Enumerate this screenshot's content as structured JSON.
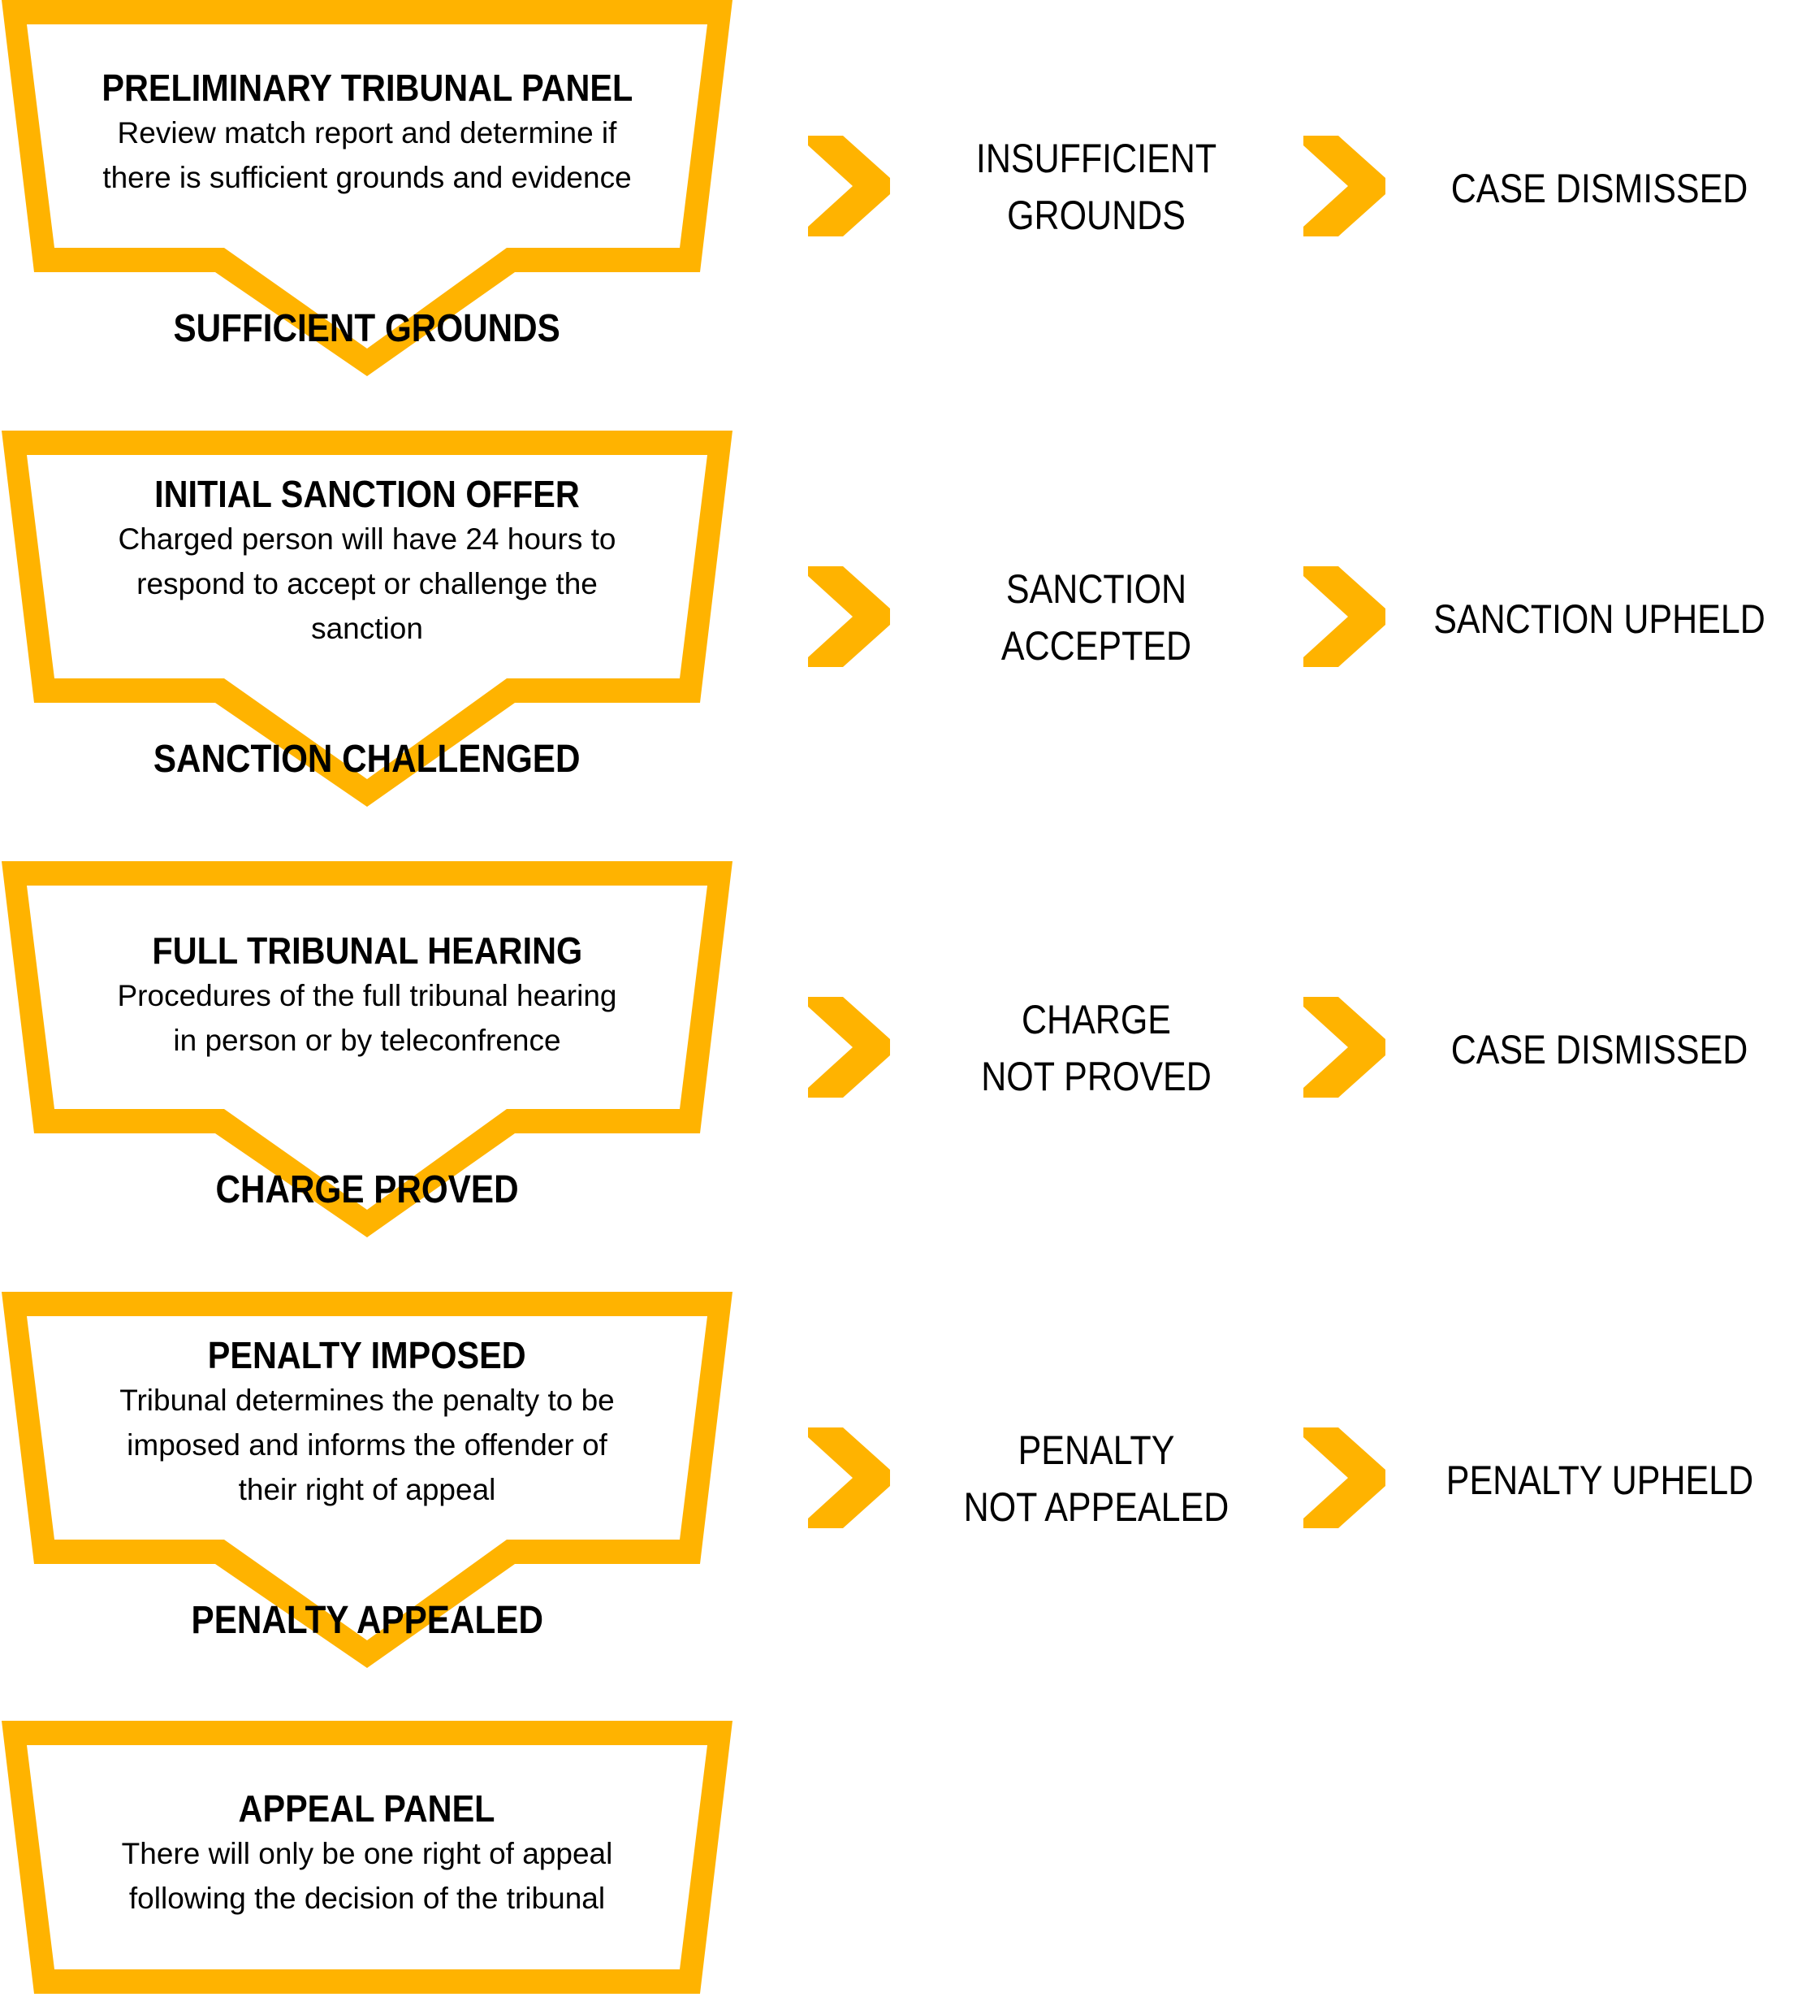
{
  "colors": {
    "accent": "#FFB300",
    "text": "#000000",
    "background": "#FFFFFF"
  },
  "stages": [
    {
      "title": "PRELIMINARY TRIBUNAL PANEL",
      "body": [
        "Review match report and determine if",
        "there is sufficient grounds and evidence"
      ],
      "next_label": "SUFFICIENT GROUNDS",
      "alt_outcome": [
        "INSUFFICIENT",
        "GROUNDS"
      ],
      "final_result": "CASE DISMISSED"
    },
    {
      "title": "INITIAL SANCTION OFFER",
      "body": [
        "Charged person will have 24 hours to",
        "respond to accept or challenge the",
        "sanction"
      ],
      "next_label": "SANCTION CHALLENGED",
      "alt_outcome": [
        "SANCTION",
        "ACCEPTED"
      ],
      "final_result": "SANCTION UPHELD"
    },
    {
      "title": "FULL TRIBUNAL HEARING",
      "body": [
        "Procedures of the full tribunal hearing",
        "in person or by teleconfrence"
      ],
      "next_label": "CHARGE PROVED",
      "alt_outcome": [
        "CHARGE",
        "NOT PROVED"
      ],
      "final_result": "CASE DISMISSED"
    },
    {
      "title": "PENALTY IMPOSED",
      "body": [
        "Tribunal determines the penalty to be",
        "imposed and informs the offender of",
        "their right of appeal"
      ],
      "next_label": "PENALTY APPEALED",
      "alt_outcome": [
        "PENALTY",
        "NOT APPEALED"
      ],
      "final_result": "PENALTY UPHELD"
    },
    {
      "title": "APPEAL PANEL",
      "body": [
        "There will only be one right of appeal",
        "following the decision of the tribunal"
      ]
    }
  ],
  "icons": {
    "arrow": "chevron-right-icon"
  }
}
